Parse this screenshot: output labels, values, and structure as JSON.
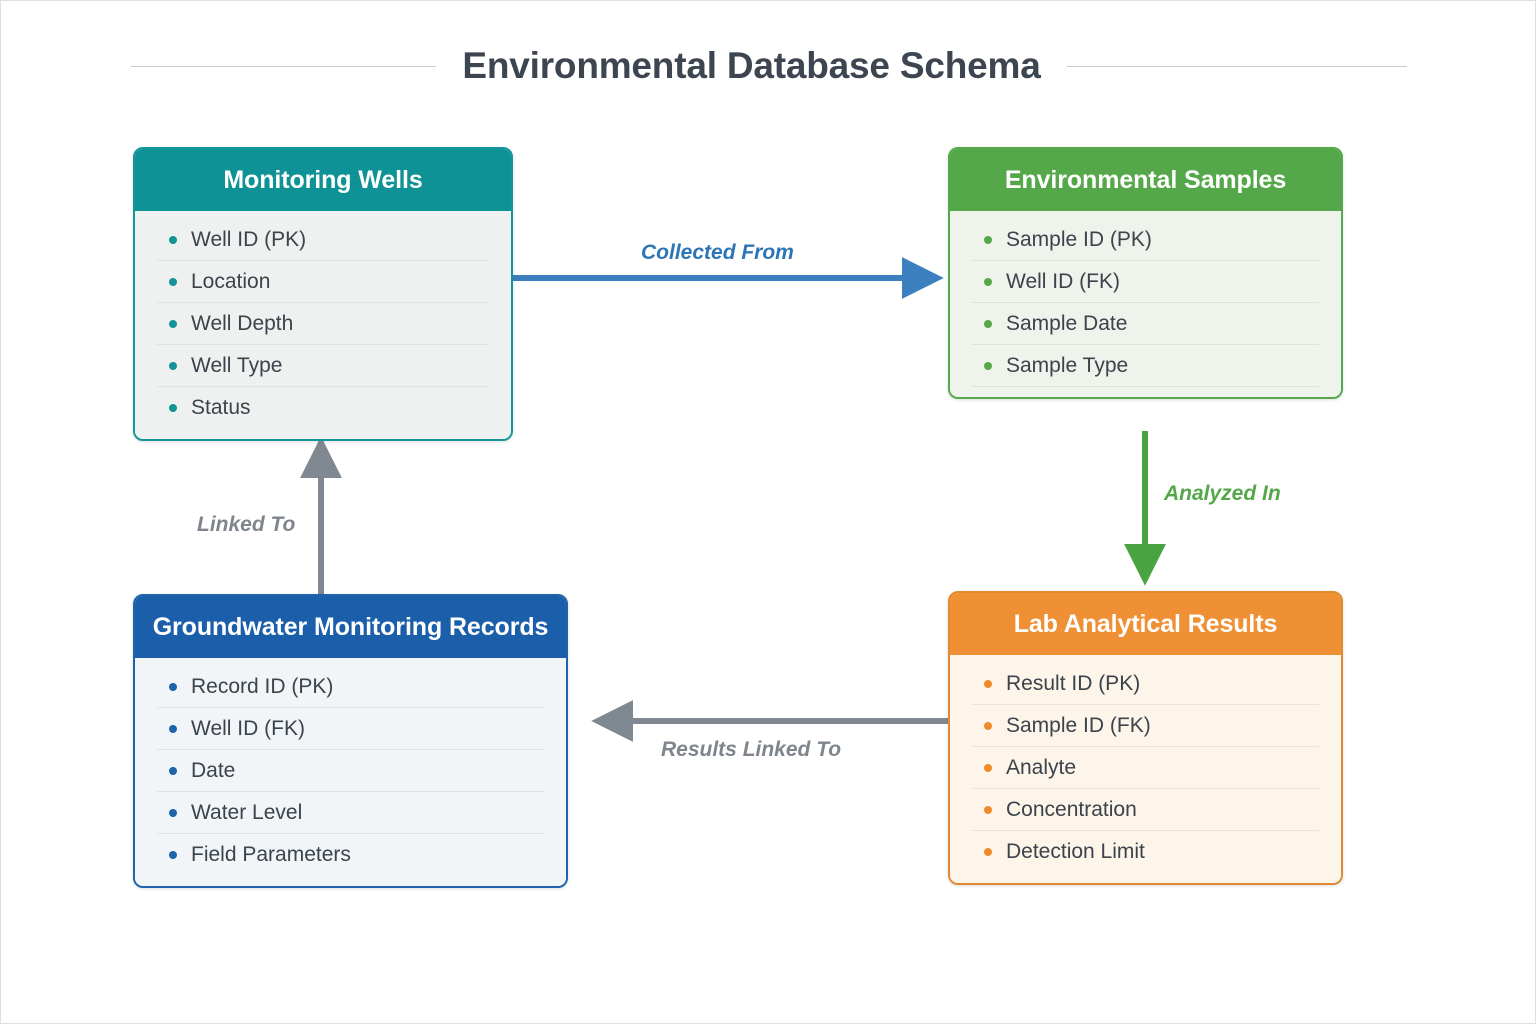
{
  "page": {
    "title": "Environmental Database Schema",
    "background_color": "#ffffff",
    "frame_border_color": "#dcdfe3",
    "title_color": "#3d4650",
    "title_rule_color": "#c9cdd3"
  },
  "entities": [
    {
      "id": "monitoring-wells",
      "title": "Monitoring Wells",
      "header_color": "#0f9296",
      "body_color": "#eef1ef",
      "border_color": "#17959a",
      "bullet_color": "#119398",
      "fields": [
        "Well ID (PK)",
        "Location",
        "Well Depth",
        "Well Type",
        "Status"
      ]
    },
    {
      "id": "environmental-samples",
      "title": "Environmental Samples",
      "header_color": "#55a84a",
      "body_color": "#eff3ec",
      "border_color": "#56a84b",
      "bullet_color": "#55a84a",
      "fields": [
        "Sample ID (PK)",
        "Well ID (FK)",
        "Sample Date",
        "Sample Type"
      ]
    },
    {
      "id": "groundwater-monitoring-records",
      "title": "Groundwater Monitoring Records",
      "header_color": "#1b5fab",
      "body_color": "#f2f5f8",
      "border_color": "#1f63ab",
      "bullet_color": "#1f63ab",
      "fields": [
        "Record ID (PK)",
        "Well ID (FK)",
        "Date",
        "Water Level",
        "Field Parameters"
      ]
    },
    {
      "id": "lab-analytical-results",
      "title": "Lab Analytical Results",
      "header_color": "#ef9034",
      "body_color": "#fdf4ea",
      "border_color": "#e08a31",
      "bullet_color": "#ef8a2a",
      "fields": [
        "Result ID (PK)",
        "Sample ID (FK)",
        "Analyte",
        "Concentration",
        "Detection Limit"
      ]
    }
  ],
  "relationships": [
    {
      "id": "collected-from",
      "label": "Collected From",
      "from": "monitoring-wells",
      "to": "environmental-samples",
      "direction": "right",
      "color": "#3c7fbf"
    },
    {
      "id": "analyzed-in",
      "label": "Analyzed In",
      "from": "environmental-samples",
      "to": "lab-analytical-results",
      "direction": "down",
      "color": "#4aa341"
    },
    {
      "id": "results-linked-to",
      "label": "Results Linked To",
      "from": "lab-analytical-results",
      "to": "groundwater-monitoring-records",
      "direction": "left",
      "color": "#808892"
    },
    {
      "id": "linked-to",
      "label": "Linked To",
      "from": "groundwater-monitoring-records",
      "to": "monitoring-wells",
      "direction": "up",
      "color": "#808892"
    }
  ]
}
